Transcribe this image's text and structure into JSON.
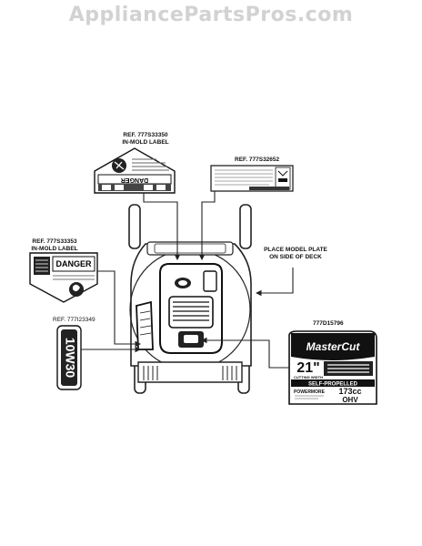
{
  "watermark": "AppliancePartsPros.com",
  "callouts": {
    "ref_350_line1": "REF. 777S33350",
    "ref_350_line2": "IN-MOLD LABEL",
    "ref_652": "REF. 777S32652",
    "ref_353_line1": "REF. 777S33353",
    "ref_353_line2": "IN-MOLD LABEL",
    "ref_349": "REF. 777I23349",
    "model_plate_line1": "PLACE MODEL PLATE",
    "model_plate_line2": "ON SIDE OF DECK",
    "ref_796": "777D15796"
  },
  "decals": {
    "danger_text": "DANGER",
    "oil_text": "10W30",
    "brand": "MasterCut",
    "width_value": "21\"",
    "width_label": "CUTTING WIDTH",
    "self_propelled": "SELF-PROPELLED",
    "powermore": "POWERMORE",
    "displacement": "173cc",
    "engine_type": "OHV"
  }
}
